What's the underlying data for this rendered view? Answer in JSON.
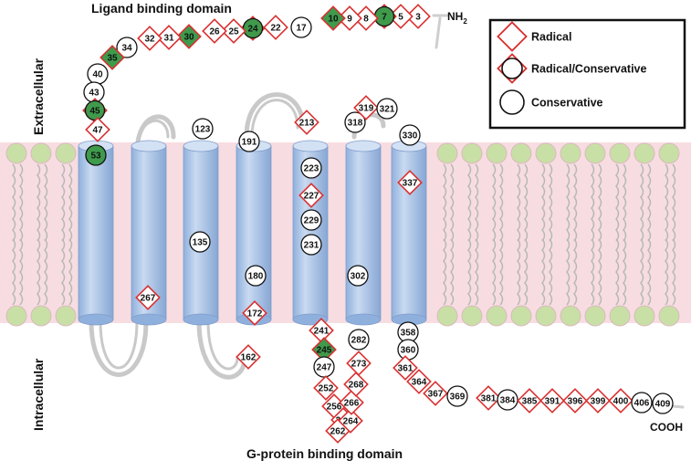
{
  "title": "Ligand binding domain",
  "bottom_title": "G-protein binding domain",
  "extracellular_label": "Extracellular",
  "intracellular_label": "Intracellular",
  "n_terminus": "NH",
  "n_terminus_sub": "2",
  "c_terminus": "COOH",
  "colors": {
    "radical": "#d93030",
    "green_fill": "#3e9b4c",
    "helix": "#a9c4e6",
    "membrane": "#f7dde1",
    "head": "#c8e0a5"
  },
  "legend": [
    {
      "label": "Radical",
      "shape": "diamond"
    },
    {
      "label": "Radical/Conservative",
      "shape": "both"
    },
    {
      "label": "Conservative",
      "shape": "circle"
    }
  ],
  "residues": [
    {
      "label": "3",
      "type": "radical",
      "green": false
    },
    {
      "label": "5",
      "type": "radical",
      "green": false
    },
    {
      "label": "7",
      "type": "both",
      "green": true
    },
    {
      "label": "8",
      "type": "radical",
      "green": false
    },
    {
      "label": "9",
      "type": "radical",
      "green": false
    },
    {
      "label": "10",
      "type": "radical",
      "green": true
    },
    {
      "label": "17",
      "type": "conservative",
      "green": false
    },
    {
      "label": "22",
      "type": "radical",
      "green": false
    },
    {
      "label": "24",
      "type": "both",
      "green": true
    },
    {
      "label": "25",
      "type": "radical",
      "green": false
    },
    {
      "label": "26",
      "type": "radical",
      "green": false
    },
    {
      "label": "30",
      "type": "radical",
      "green": true
    },
    {
      "label": "31",
      "type": "radical",
      "green": false
    },
    {
      "label": "32",
      "type": "radical",
      "green": false
    },
    {
      "label": "34",
      "type": "conservative",
      "green": false
    },
    {
      "label": "35",
      "type": "radical",
      "green": true
    },
    {
      "label": "40",
      "type": "conservative",
      "green": false
    },
    {
      "label": "43",
      "type": "conservative",
      "green": false
    },
    {
      "label": "45",
      "type": "both",
      "green": true
    },
    {
      "label": "47",
      "type": "radical",
      "green": false
    },
    {
      "label": "53",
      "type": "conservative",
      "green": true
    },
    {
      "label": "267",
      "type": "radical",
      "green": false
    },
    {
      "label": "123",
      "type": "conservative",
      "green": false
    },
    {
      "label": "135",
      "type": "conservative",
      "green": false
    },
    {
      "label": "191",
      "type": "conservative",
      "green": false
    },
    {
      "label": "180",
      "type": "conservative",
      "green": false
    },
    {
      "label": "172",
      "type": "radical",
      "green": false
    },
    {
      "label": "162",
      "type": "radical",
      "green": false
    },
    {
      "label": "213",
      "type": "radical",
      "green": false
    },
    {
      "label": "223",
      "type": "conservative",
      "green": false
    },
    {
      "label": "227",
      "type": "radical",
      "green": false
    },
    {
      "label": "229",
      "type": "conservative",
      "green": false
    },
    {
      "label": "231",
      "type": "conservative",
      "green": false
    },
    {
      "label": "241",
      "type": "radical",
      "green": false
    },
    {
      "label": "245",
      "type": "radical",
      "green": true
    },
    {
      "label": "247",
      "type": "conservative",
      "green": false
    },
    {
      "label": "252",
      "type": "radical",
      "green": false
    },
    {
      "label": "256",
      "type": "radical",
      "green": false
    },
    {
      "label": "260",
      "type": "radical",
      "green": false
    },
    {
      "label": "262",
      "type": "radical",
      "green": false
    },
    {
      "label": "264",
      "type": "radical",
      "green": false
    },
    {
      "label": "266",
      "type": "radical",
      "green": false
    },
    {
      "label": "268",
      "type": "radical",
      "green": false
    },
    {
      "label": "273",
      "type": "radical",
      "green": false
    },
    {
      "label": "282",
      "type": "conservative",
      "green": false
    },
    {
      "label": "302",
      "type": "conservative",
      "green": false
    },
    {
      "label": "318",
      "type": "conservative",
      "green": false
    },
    {
      "label": "319",
      "type": "radical",
      "green": false
    },
    {
      "label": "321",
      "type": "conservative",
      "green": false
    },
    {
      "label": "330",
      "type": "conservative",
      "green": false
    },
    {
      "label": "337",
      "type": "radical",
      "green": false
    },
    {
      "label": "358",
      "type": "conservative",
      "green": false
    },
    {
      "label": "360",
      "type": "conservative",
      "green": false
    },
    {
      "label": "361",
      "type": "radical",
      "green": false
    },
    {
      "label": "364",
      "type": "radical",
      "green": false
    },
    {
      "label": "367",
      "type": "radical",
      "green": false
    },
    {
      "label": "369",
      "type": "conservative",
      "green": false
    },
    {
      "label": "381",
      "type": "radical",
      "green": false
    },
    {
      "label": "384",
      "type": "conservative",
      "green": false
    },
    {
      "label": "385",
      "type": "radical",
      "green": false
    },
    {
      "label": "391",
      "type": "radical",
      "green": false
    },
    {
      "label": "396",
      "type": "radical",
      "green": false
    },
    {
      "label": "399",
      "type": "radical",
      "green": false
    },
    {
      "label": "400",
      "type": "radical",
      "green": false
    },
    {
      "label": "406",
      "type": "conservative",
      "green": false
    },
    {
      "label": "409",
      "type": "conservative",
      "green": false
    }
  ]
}
